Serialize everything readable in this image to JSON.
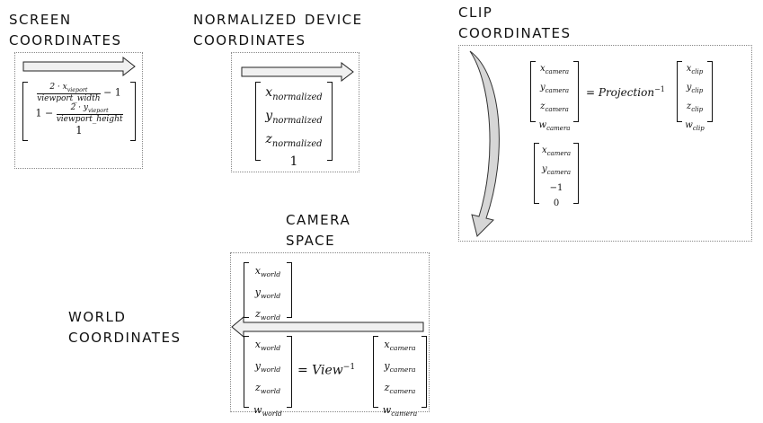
{
  "labels": {
    "screen": [
      "screen",
      "coordinates"
    ],
    "ndc": [
      "Normalized Device",
      "coordinates"
    ],
    "clip": [
      "CLIP",
      "coordinates"
    ],
    "camera": [
      "camera",
      "space"
    ],
    "world": [
      "world",
      "coordinates"
    ]
  },
  "screen_matrix": {
    "row1_num": "2 · x",
    "row1_num_sub": "vieport",
    "row1_den": "viewport_width",
    "row1_tail": "− 1",
    "row2_head": "1 −",
    "row2_num": "2 · y",
    "row2_num_sub": "vieport",
    "row2_den": "viewport_height",
    "row3": "1"
  },
  "ndc_matrix": [
    {
      "base": "x",
      "sub": "normalized"
    },
    {
      "base": "y",
      "sub": "normalized"
    },
    {
      "base": "z",
      "sub": "normalized"
    },
    {
      "base": "1",
      "sub": ""
    }
  ],
  "clip_lhs": [
    {
      "base": "x",
      "sub": "camera"
    },
    {
      "base": "y",
      "sub": "camera"
    },
    {
      "base": "z",
      "sub": "camera"
    },
    {
      "base": "w",
      "sub": "camera"
    }
  ],
  "clip_op": "= Projection",
  "clip_op_sup": "−1",
  "clip_rhs": [
    {
      "base": "x",
      "sub": "clip"
    },
    {
      "base": "y",
      "sub": "clip"
    },
    {
      "base": "z",
      "sub": "clip"
    },
    {
      "base": "w",
      "sub": "clip"
    }
  ],
  "clip_result": [
    {
      "base": "x",
      "sub": "camera"
    },
    {
      "base": "y",
      "sub": "camera"
    },
    {
      "base": "−1",
      "sub": ""
    },
    {
      "base": "0",
      "sub": ""
    }
  ],
  "camera_result": [
    {
      "base": "x",
      "sub": "world"
    },
    {
      "base": "y",
      "sub": "world"
    },
    {
      "base": "z",
      "sub": "world"
    }
  ],
  "camera_lhs": [
    {
      "base": "x",
      "sub": "world"
    },
    {
      "base": "y",
      "sub": "world"
    },
    {
      "base": "z",
      "sub": "world"
    },
    {
      "base": "w",
      "sub": "world"
    }
  ],
  "camera_op": "= View",
  "camera_op_sup": "−1",
  "camera_rhs": [
    {
      "base": "x",
      "sub": "camera"
    },
    {
      "base": "y",
      "sub": "camera"
    },
    {
      "base": "z",
      "sub": "camera"
    },
    {
      "base": "w",
      "sub": "camera"
    }
  ]
}
